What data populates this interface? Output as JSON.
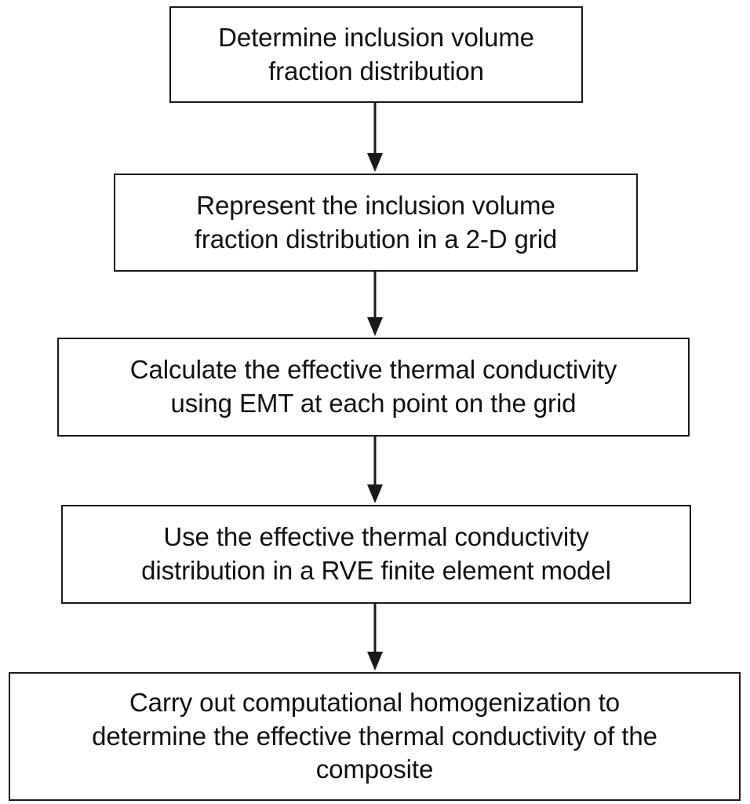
{
  "diagram": {
    "title": "Effective thermal conductivity workflow flowchart",
    "type": "flowchart",
    "orientation": "vertical",
    "colors": {
      "box_border": "#1a1a1a",
      "box_fill": "#ffffff",
      "text": "#111111",
      "arrow": "#1a1a1a",
      "background": "#ffffff"
    },
    "nodes": [
      {
        "id": "step-1",
        "label": "Determine inclusion volume\nfraction distribution"
      },
      {
        "id": "step-2",
        "label": "Represent the inclusion volume\nfraction distribution in a 2-D grid"
      },
      {
        "id": "step-3",
        "label": "Calculate the effective thermal conductivity\nusing EMT at each point on the grid"
      },
      {
        "id": "step-4",
        "label": "Use the effective thermal conductivity\ndistribution in a RVE finite element model"
      },
      {
        "id": "step-5",
        "label": "Carry out computational homogenization to\ndetermine the effective thermal conductivity of the\ncomposite"
      }
    ],
    "connectors": [
      {
        "id": "arrow-1",
        "from": "step-1",
        "to": "step-2",
        "style": "solid-down-arrow"
      },
      {
        "id": "arrow-2",
        "from": "step-2",
        "to": "step-3",
        "style": "solid-down-arrow"
      },
      {
        "id": "arrow-3",
        "from": "step-3",
        "to": "step-4",
        "style": "solid-down-arrow"
      },
      {
        "id": "arrow-4",
        "from": "step-4",
        "to": "step-5",
        "style": "solid-down-arrow"
      }
    ]
  }
}
